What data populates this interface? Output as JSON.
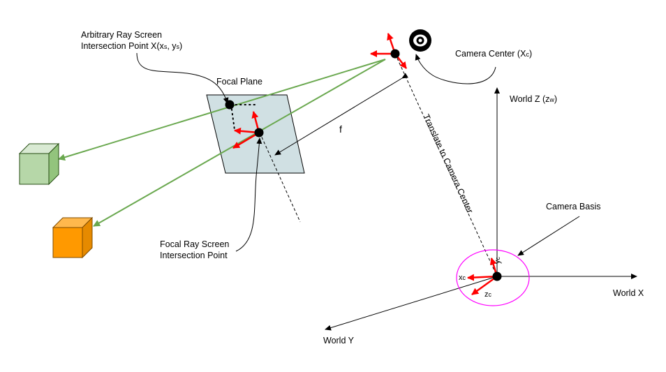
{
  "labels": {
    "arbitrary_ray_line1": "Arbitrary Ray Screen",
    "arbitrary_ray_line2_prefix": "Intersection Point X(x",
    "arbitrary_ray_sub_s1": "s",
    "arbitrary_ray_mid": ", y",
    "arbitrary_ray_sub_s2": "s",
    "arbitrary_ray_suffix": ")",
    "focal_plane": "Focal Plane",
    "focal_ray_line1": "Focal Ray Screen",
    "focal_ray_line2": "Intersection Point",
    "focal_length": "f",
    "camera_center_prefix": "Camera Center (X",
    "camera_center_sub": "c",
    "camera_center_suffix": ")",
    "translate": "Translate to Camera Center",
    "world_z_prefix": "World Z (z",
    "world_z_sub": "w",
    "world_z_suffix": ")",
    "world_x": "World X",
    "world_y": "World Y",
    "camera_basis": "Camera Basis",
    "basis_y_main": "y",
    "basis_y_sub": "c",
    "basis_x_main": "x",
    "basis_x_sub": "c",
    "basis_z_main": "z",
    "basis_z_sub": "c"
  },
  "colors": {
    "ray": "#6aa84f",
    "basis_arrow": "#ff0000",
    "plane_fill": "#d0e0e3",
    "ellipse": "#ff00ff",
    "cube_green": "#b6d7a8",
    "cube_orange": "#ff9900"
  },
  "icons": {
    "eye": "eye-icon"
  }
}
